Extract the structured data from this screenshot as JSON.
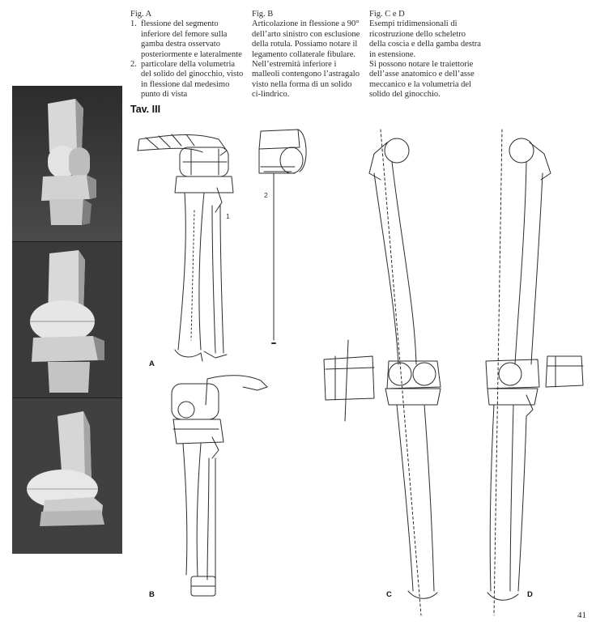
{
  "captions": {
    "fig_a": {
      "heading": "Fig. A",
      "items": [
        {
          "num": "1.",
          "text": "flessione del segmento inferiore del femore sulla gamba destra osservato posteriormente e lateralmente"
        },
        {
          "num": "2.",
          "text": "particolare della volumetria del solido del ginocchio, visto in flessione dal medesimo punto di vista"
        }
      ]
    },
    "fig_b": {
      "heading": "Fig. B",
      "text": "Articolazione in flessione a 90° dell’arto sinistro con esclusione della rotula. Possiamo notare il legamento collaterale fibulare. Nell’estremità inferiore i malleoli contengono l’astragalo visto nella forma di un solido ci-lindrico."
    },
    "fig_cd": {
      "heading": "Fig. C e D",
      "text": "Esempi tridimensionali di ricostruzione dello scheletro della coscia e della gamba destra in estensione.",
      "text2": "Si possono notare le traiettorie dell’asse anatomico e dell’asse meccanico e la volumetria del solido del ginocchio."
    }
  },
  "plate_title": "Tav. III",
  "figure_labels": {
    "a": "A",
    "b": "B",
    "c": "C",
    "d": "D"
  },
  "detail_numbers": {
    "one": "1",
    "two": "2"
  },
  "page_number": "41"
}
